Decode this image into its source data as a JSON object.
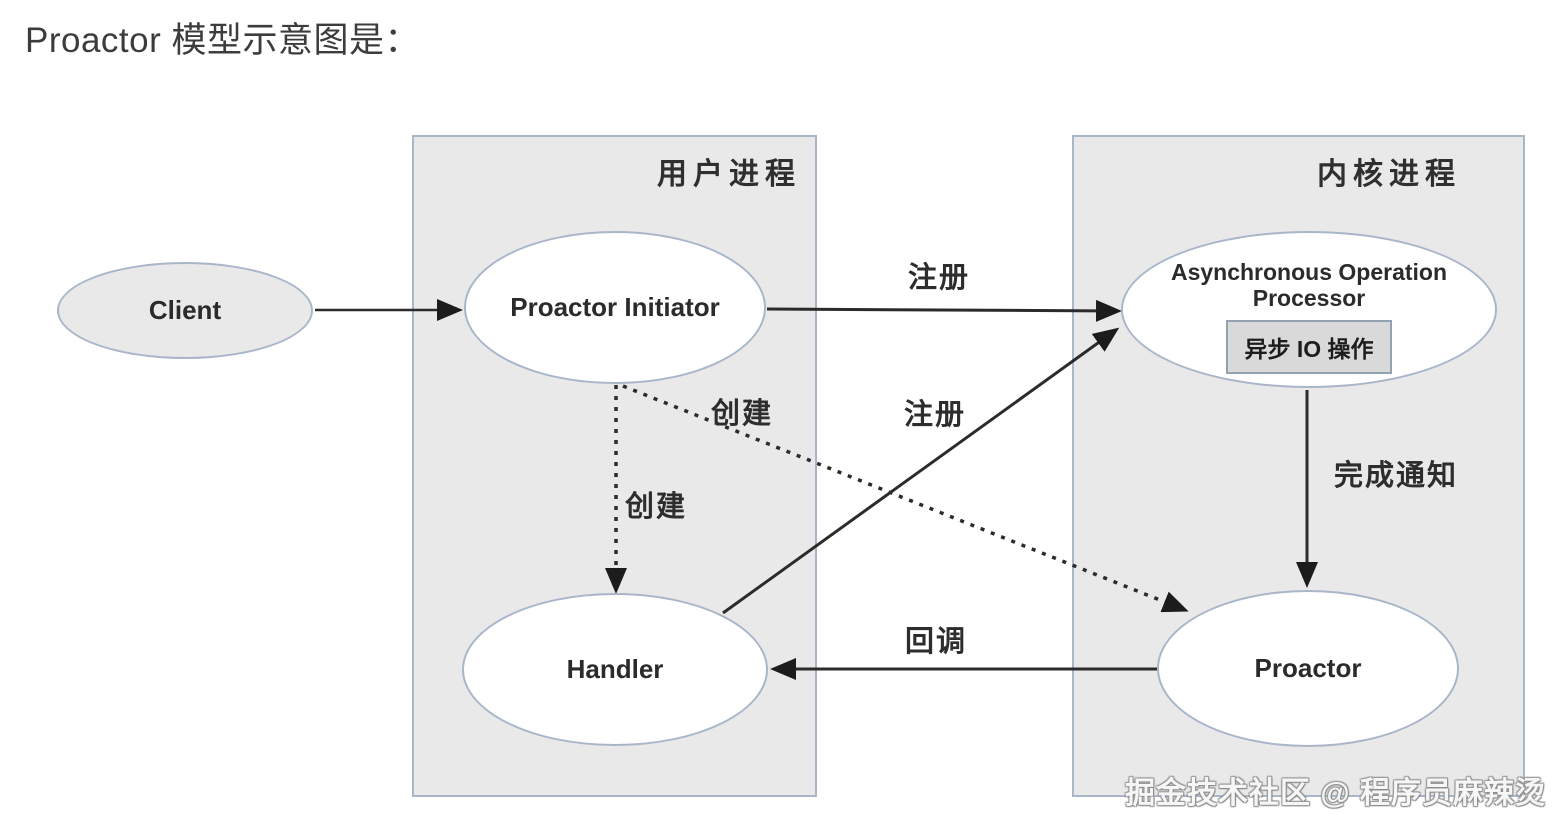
{
  "title": "Proactor 模型示意图是：",
  "diagram": {
    "boxes": {
      "user_process": {
        "label": "用户进程"
      },
      "kernel_process": {
        "label": "内核进程"
      }
    },
    "nodes": {
      "client": {
        "label": "Client"
      },
      "proactor_initiator": {
        "label": "Proactor Initiator"
      },
      "async_operation_processor": {
        "label": "Asynchronous Operation Processor",
        "inner_label": "异步 IO 操作"
      },
      "handler": {
        "label": "Handler"
      },
      "proactor": {
        "label": "Proactor"
      }
    },
    "edge_labels": {
      "register_top": "注册",
      "register_bottom": "注册",
      "create_diagonal": "创建",
      "create_vertical": "创建",
      "completion_notification": "完成通知",
      "callback": "回调"
    },
    "colors": {
      "box_fill": "#e9e9e9",
      "box_border": "#a9b6c9",
      "node_fill": "#ffffff",
      "node_border": "#a9b6c9",
      "inner_box_fill": "#d9d9d9",
      "inner_box_border": "#93a1b3",
      "arrow": "#222222",
      "title_text": "#3c3c3c"
    }
  },
  "watermark": "掘金技术社区 @ 程序员麻辣烫"
}
